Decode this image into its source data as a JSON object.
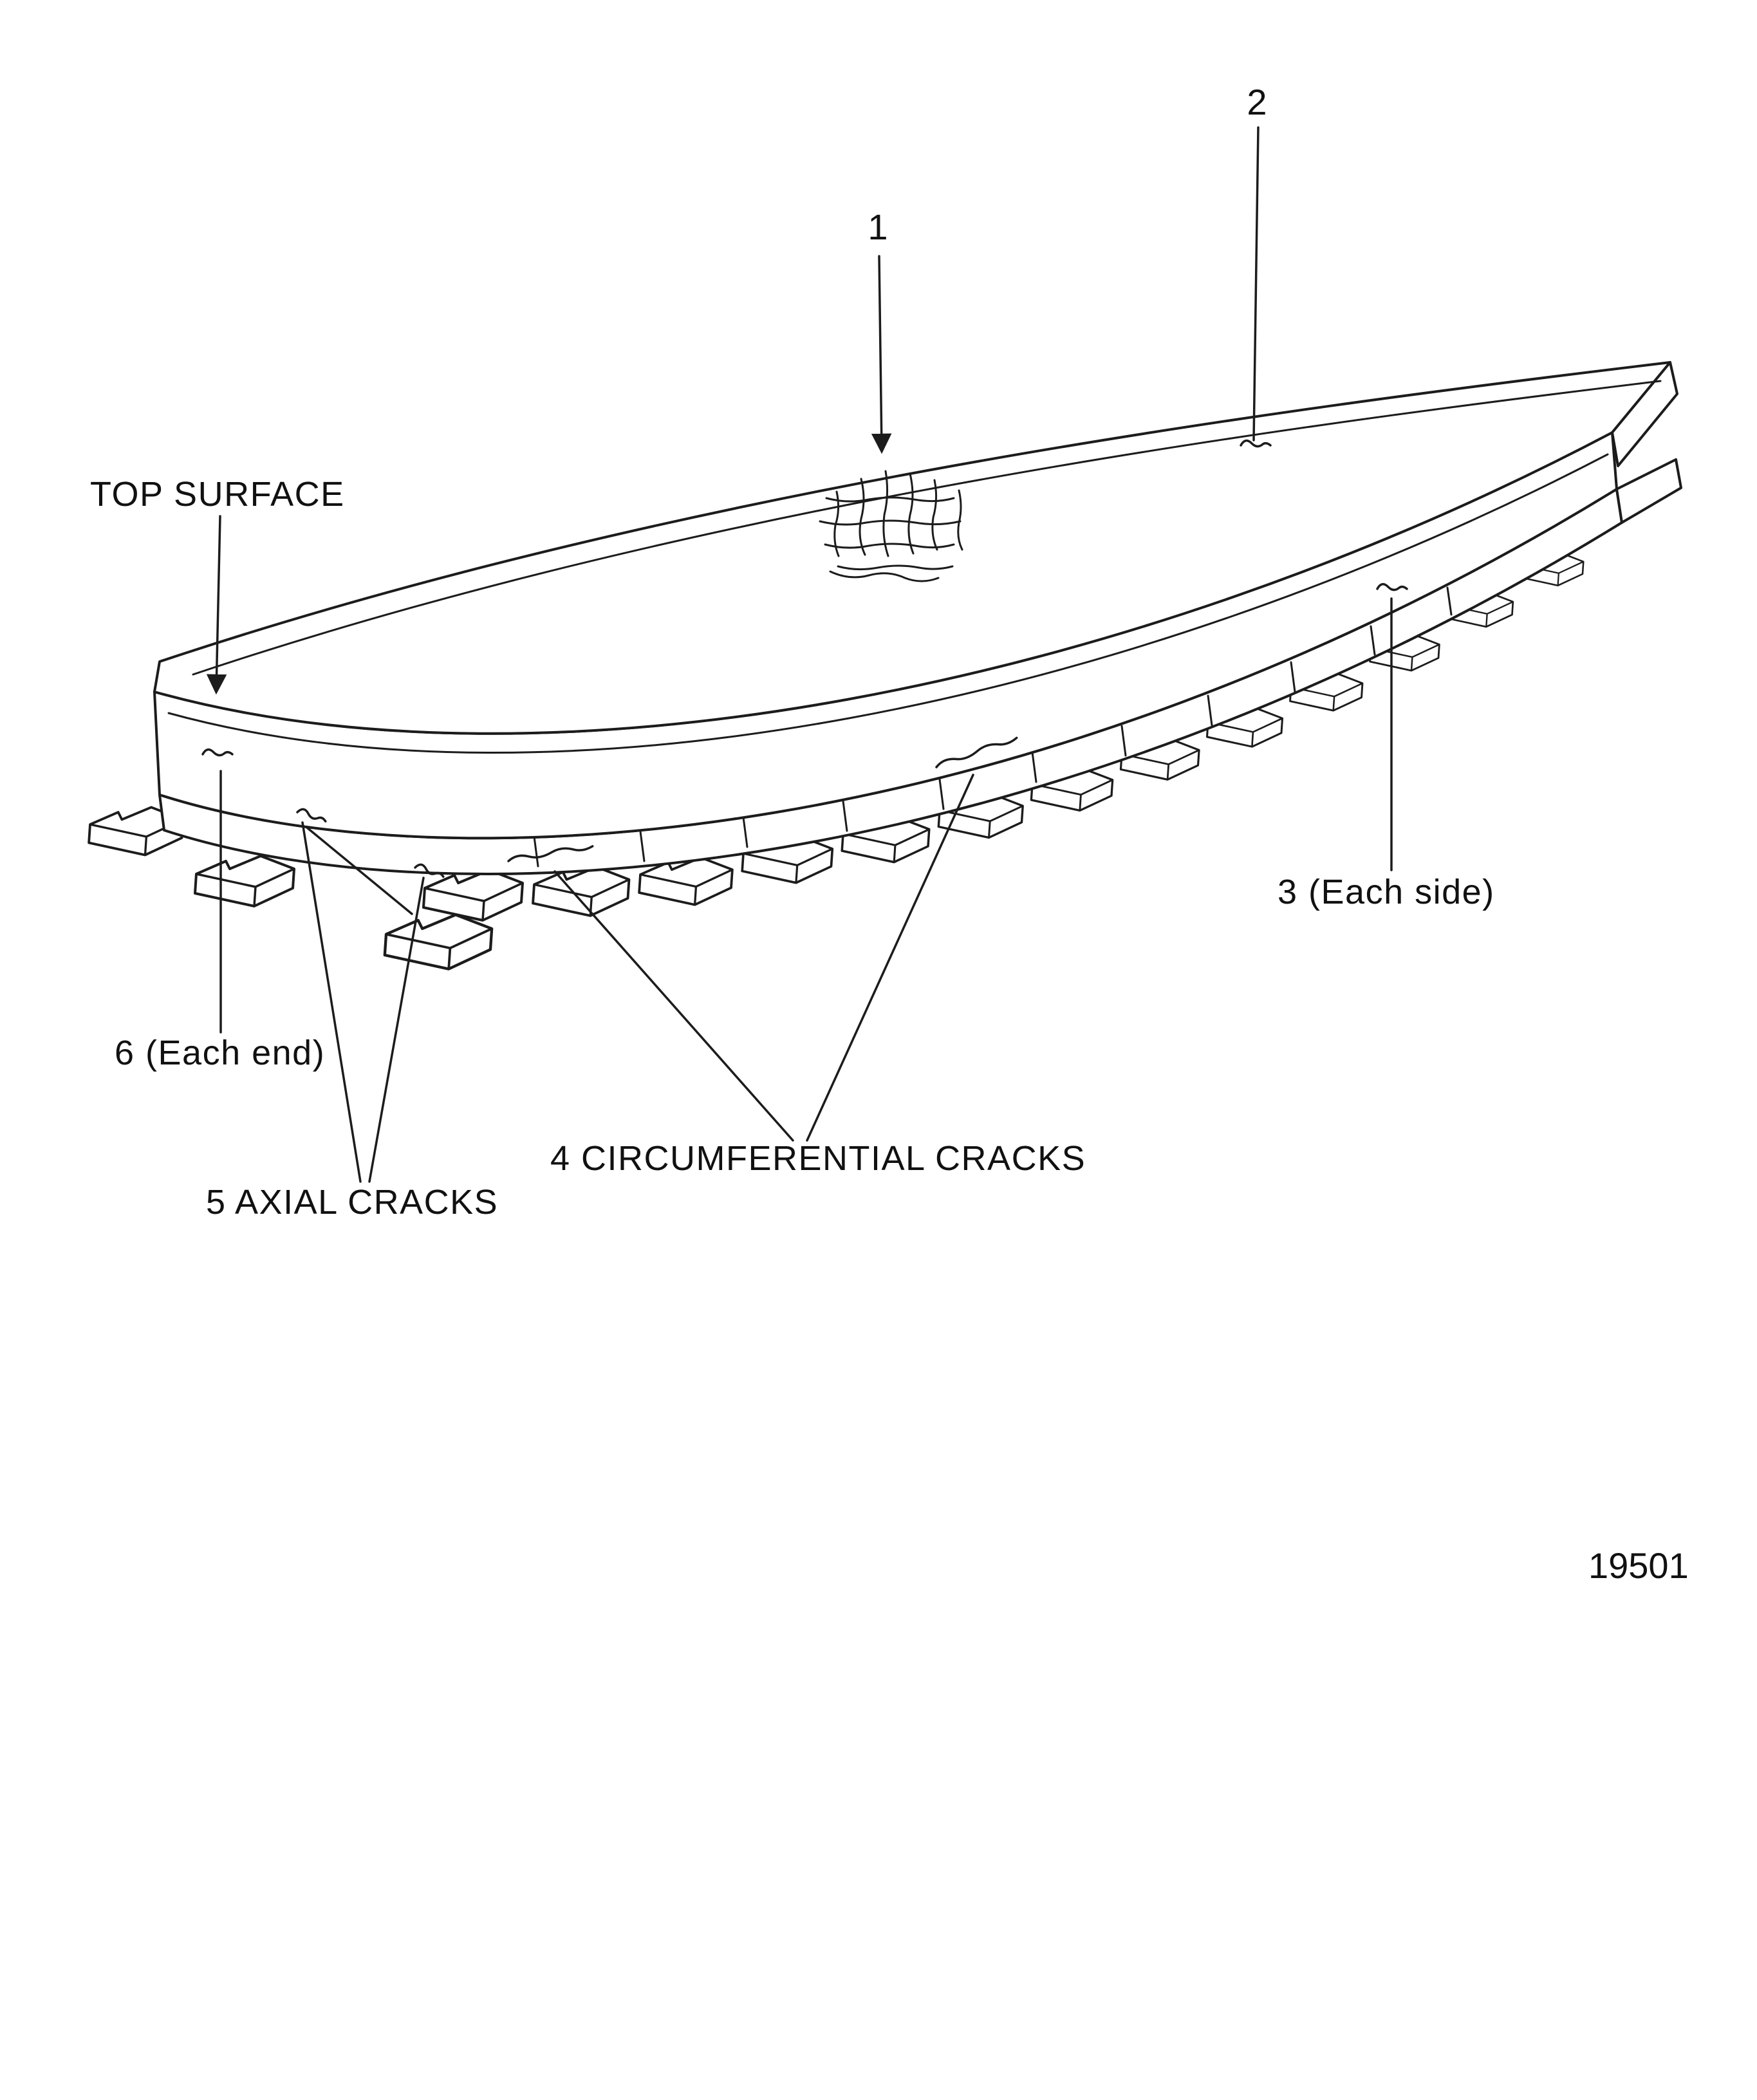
{
  "figure": {
    "figure_number": "19501",
    "callouts": {
      "n1": "1",
      "n2": "2",
      "side": "3 (Each side)",
      "circumferential": "4 CIRCUMFERENTIAL CRACKS",
      "axial": "5 AXIAL CRACKS",
      "end": "6 (Each end)",
      "top_surface": "TOP SURFACE"
    },
    "colors": {
      "ink": "#1c1c1c",
      "paper": "#ffffff"
    }
  }
}
